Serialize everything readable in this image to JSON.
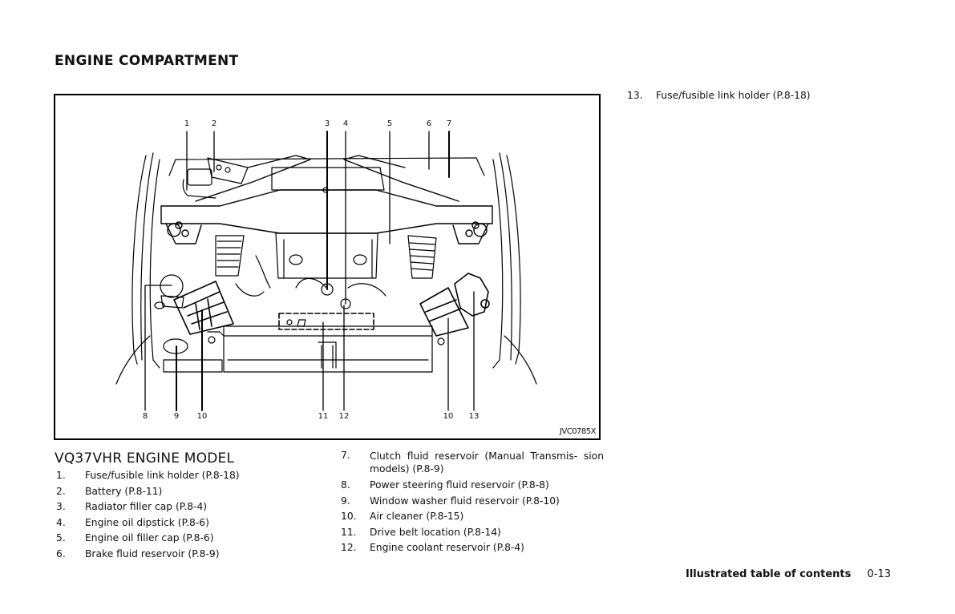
{
  "section_title": "ENGINE COMPARTMENT",
  "figure": {
    "code": "JVC0785X",
    "top_callouts": [
      "1",
      "2",
      "3",
      "4",
      "5",
      "6",
      "7"
    ],
    "bottom_callouts": [
      "8",
      "9",
      "10",
      "11",
      "12",
      "10",
      "13"
    ]
  },
  "engine_model_heading": "VQ37VHR ENGINE MODEL",
  "items_left": [
    {
      "num": "1.",
      "text": "Fuse/fusible link holder (P.8-18)"
    },
    {
      "num": "2.",
      "text": "Battery (P.8-11)"
    },
    {
      "num": "3.",
      "text": "Radiator filler cap (P.8-4)"
    },
    {
      "num": "4.",
      "text": "Engine oil dipstick (P.8-6)"
    },
    {
      "num": "5.",
      "text": "Engine oil filler cap (P.8-6)"
    },
    {
      "num": "6.",
      "text": "Brake fluid reservoir (P.8-9)"
    }
  ],
  "items_mid": [
    {
      "num": "7.",
      "text": "Clutch fluid reservoir (Manual Transmis- sion models) (P.8-9)"
    },
    {
      "num": "8.",
      "text": "Power steering fluid reservoir (P.8-8)"
    },
    {
      "num": "9.",
      "text": "Window washer fluid reservoir (P.8-10)"
    },
    {
      "num": "10.",
      "text": "Air cleaner (P.8-15)"
    },
    {
      "num": "11.",
      "text": "Drive belt location (P.8-14)"
    },
    {
      "num": "12.",
      "text": "Engine coolant reservoir (P.8-4)"
    }
  ],
  "items_right": [
    {
      "num": "13.",
      "text": "Fuse/fusible link holder (P.8-18)"
    }
  ],
  "footer": {
    "section": "Illustrated table of contents",
    "page": "0-13"
  }
}
